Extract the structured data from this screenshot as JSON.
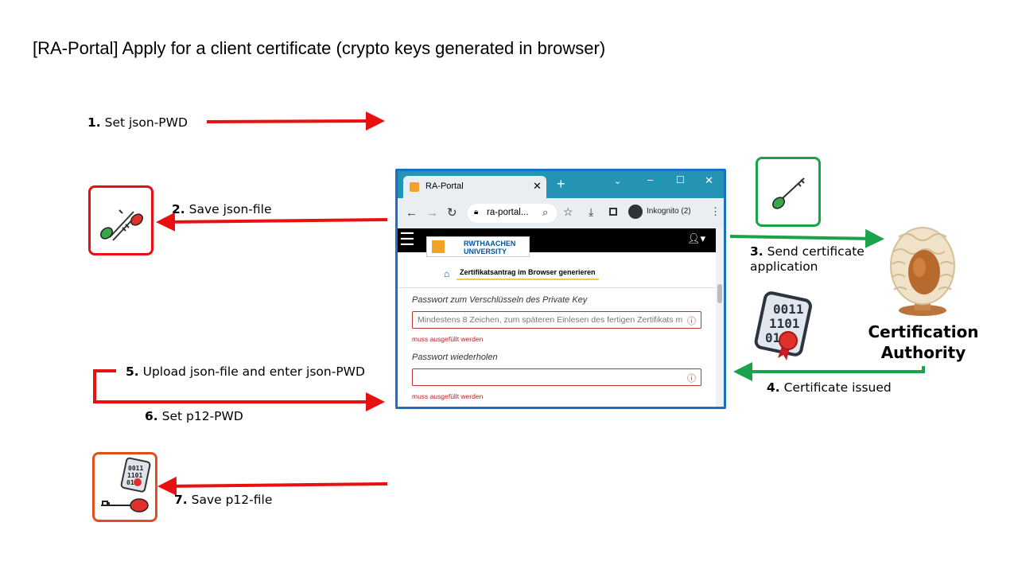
{
  "title": "[RA-Portal] Apply for a client certificate (crypto keys generated in browser)",
  "steps": {
    "s1": {
      "num": "1.",
      "text": "Set json-PWD"
    },
    "s2": {
      "num": "2.",
      "text": "Save json-file"
    },
    "s3": {
      "num": "3.",
      "text": "Send certificate",
      "text2": "application"
    },
    "s4": {
      "num": "4.",
      "text": "Certificate issued"
    },
    "s5": {
      "num": "5.",
      "text": "Upload json-file and enter json-PWD"
    },
    "s6": {
      "num": "6.",
      "text": "Set p12-PWD"
    },
    "s7": {
      "num": "7.",
      "text": "Save p12-file"
    }
  },
  "ca": {
    "line1": "Certification",
    "line2": "Authority"
  },
  "cert_digits": {
    "l1": "0011",
    "l2": "1101",
    "l3": "01"
  },
  "browser": {
    "tab_title": "RA-Portal",
    "url": "ra-portal...",
    "incognito": "Inkognito (2)",
    "logo_text": "RWTHAACHEN UNIVERSITY",
    "breadcrumb": "Zertifikatsantrag im Browser generieren",
    "field1_label": "Passwort zum Verschlüsseln des Private Key",
    "field1_placeholder": "Mindestens 8 Zeichen, zum späteren Einlesen des fertigen Zertifikats m",
    "field1_error": "muss ausgefüllt werden",
    "field2_label": "Passwort wiederholen",
    "field2_error": "muss ausgefüllt werden"
  },
  "colors": {
    "red": "#e81010",
    "green": "#1aa34a",
    "blue": "#1a6fc9",
    "orange": "#e0501e",
    "teal": "#2593b3"
  }
}
